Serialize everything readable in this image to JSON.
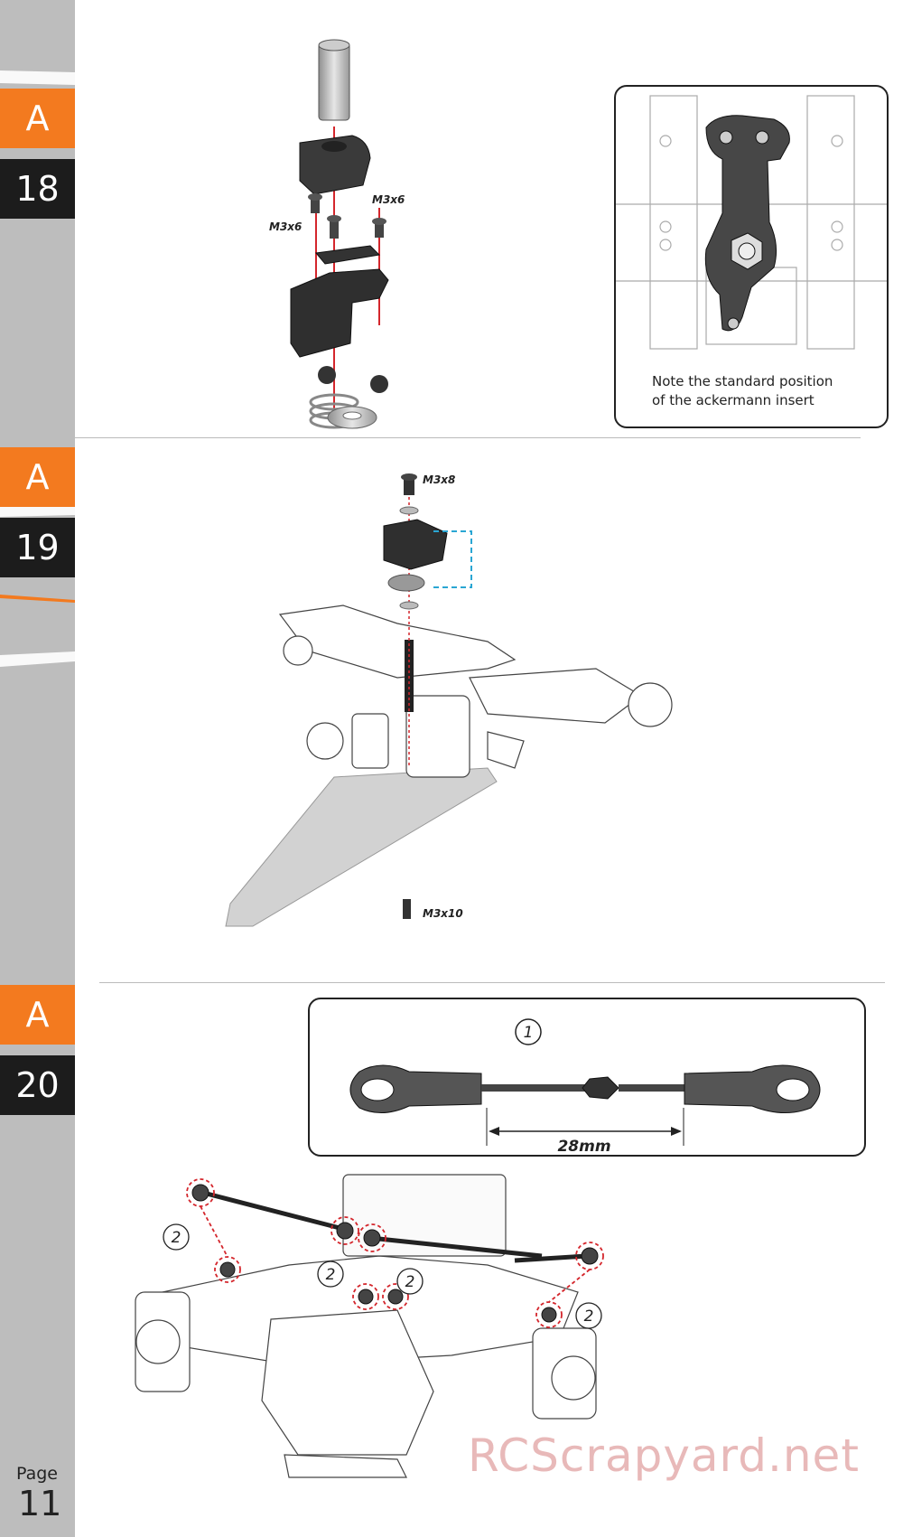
{
  "sidebar": {
    "steps": [
      {
        "letter": "A",
        "number": "18"
      },
      {
        "letter": "A",
        "number": "19"
      },
      {
        "letter": "A",
        "number": "20"
      }
    ],
    "page_label": "Page",
    "page_number": "11"
  },
  "step18": {
    "labels": [
      "M3x6",
      "M3x6"
    ],
    "note_line1": "Note the standard position",
    "note_line2": "of the ackermann insert"
  },
  "step19": {
    "labels": [
      "M3x8",
      "M3x10"
    ]
  },
  "step20": {
    "callout_1": "1",
    "dimension": "28mm",
    "callout_2": "2"
  },
  "watermark": "RCScrapyard.net",
  "colors": {
    "accent": "#f37a1f",
    "step_dark": "#1c1c1c",
    "sidebar": "#bdbdbd",
    "red_dash": "#d4262c",
    "blue_dash": "#2aa6d3"
  }
}
